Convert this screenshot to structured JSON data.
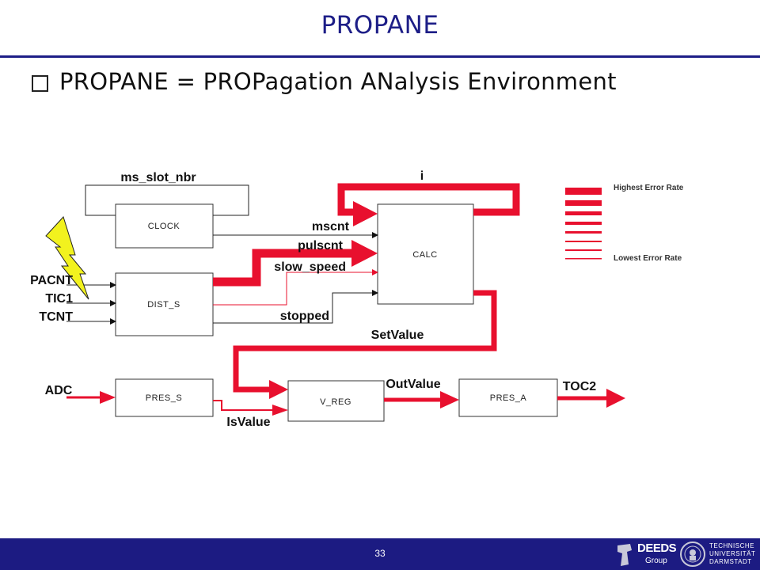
{
  "slide": {
    "title": "PROPANE",
    "bullet": "PROPANE = PROPagation ANalysis Environment",
    "page_number": "33"
  },
  "blocks": {
    "clock": "CLOCK",
    "dist_s": "DIST_S",
    "calc": "CALC",
    "pres_s": "PRES_S",
    "v_reg": "V_REG",
    "pres_a": "PRES_A"
  },
  "signals": {
    "ms_slot_nbr": "ms_slot_nbr",
    "i": "i",
    "mscnt": "mscnt",
    "pulscnt": "pulscnt",
    "slow_speed": "slow_speed",
    "stopped": "stopped",
    "pacnt": "PACNT",
    "tic1": "TIC1",
    "tcnt": "TCNT",
    "setvalue": "SetValue",
    "adc": "ADC",
    "isvalue": "IsValue",
    "outvalue": "OutValue",
    "toc2": "TOC2"
  },
  "legend": {
    "highest": "Highest Error Rate",
    "lowest": "Lowest Error Rate"
  },
  "footer": {
    "group_logo": "DEEDS",
    "group_logo_sub": "Group",
    "university_line1": "TECHNISCHE",
    "university_line2": "UNIVERSITÄT",
    "university_line3": "DARMSTADT"
  },
  "colors": {
    "accent": "#e8102e",
    "title": "#1d1e87",
    "footer": "#1c1b82",
    "lightning": "#f2f21e"
  }
}
